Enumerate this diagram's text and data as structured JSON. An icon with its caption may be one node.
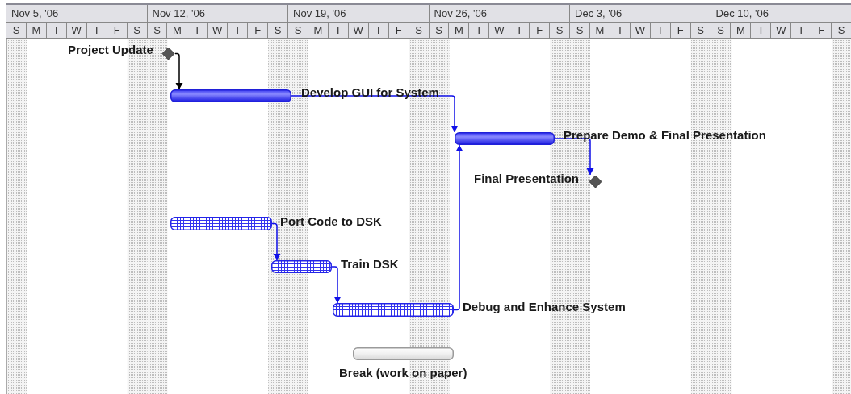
{
  "diagram": {
    "nodes": [
      {
        "text": [],
        "shape": "diamond",
        "beside": [
          "Project Update"
        ]
      },
      {
        "text": [],
        "shape": "bar",
        "beside": [
          "Develop GUI for System"
        ]
      },
      {
        "text": [],
        "shape": "bar",
        "beside": [
          "Prepare Demo & Final Presentation"
        ]
      },
      {
        "text": [],
        "shape": "diamond",
        "beside": [
          "Final Presentation"
        ]
      },
      {
        "text": [],
        "shape": "bar",
        "beside": [
          "Port Code to DSK"
        ]
      },
      {
        "text": [],
        "shape": "bar",
        "beside": [
          "Train DSK"
        ]
      },
      {
        "text": [],
        "shape": "bar",
        "beside": [
          "Debug and Enhance System"
        ]
      },
      {
        "text": [],
        "shape": "bar",
        "beside": [
          "Break (work on paper)"
        ]
      }
    ],
    "edges": [
      {
        "from": 0,
        "to": 1,
        "arrow": "to",
        "color": "#000000"
      },
      {
        "from": 1,
        "to": 2,
        "arrow": "to"
      },
      {
        "from": 2,
        "to": 3,
        "arrow": "to"
      },
      {
        "from": 4,
        "to": 5,
        "arrow": "to"
      },
      {
        "from": 5,
        "to": 6,
        "arrow": "to"
      },
      {
        "from": 6,
        "to": 2,
        "arrow": "to"
      }
    ],
    "labels": [
      "Nov 5, '06",
      "Nov 12, '06",
      "Nov 19, '06",
      "Nov 26, '06",
      "Dec 3, '06",
      "Dec 10, '06",
      "S",
      "M",
      "T",
      "W",
      "T",
      "F",
      "S",
      "S",
      "M",
      "T",
      "W",
      "T",
      "F",
      "S",
      "S",
      "M",
      "T",
      "W",
      "T",
      "F",
      "S",
      "S",
      "M",
      "T",
      "W",
      "T",
      "F",
      "S",
      "S",
      "M",
      "T",
      "W",
      "T",
      "F",
      "S",
      "S",
      "M",
      "T",
      "W",
      "T",
      "F",
      "S"
    ]
  }
}
